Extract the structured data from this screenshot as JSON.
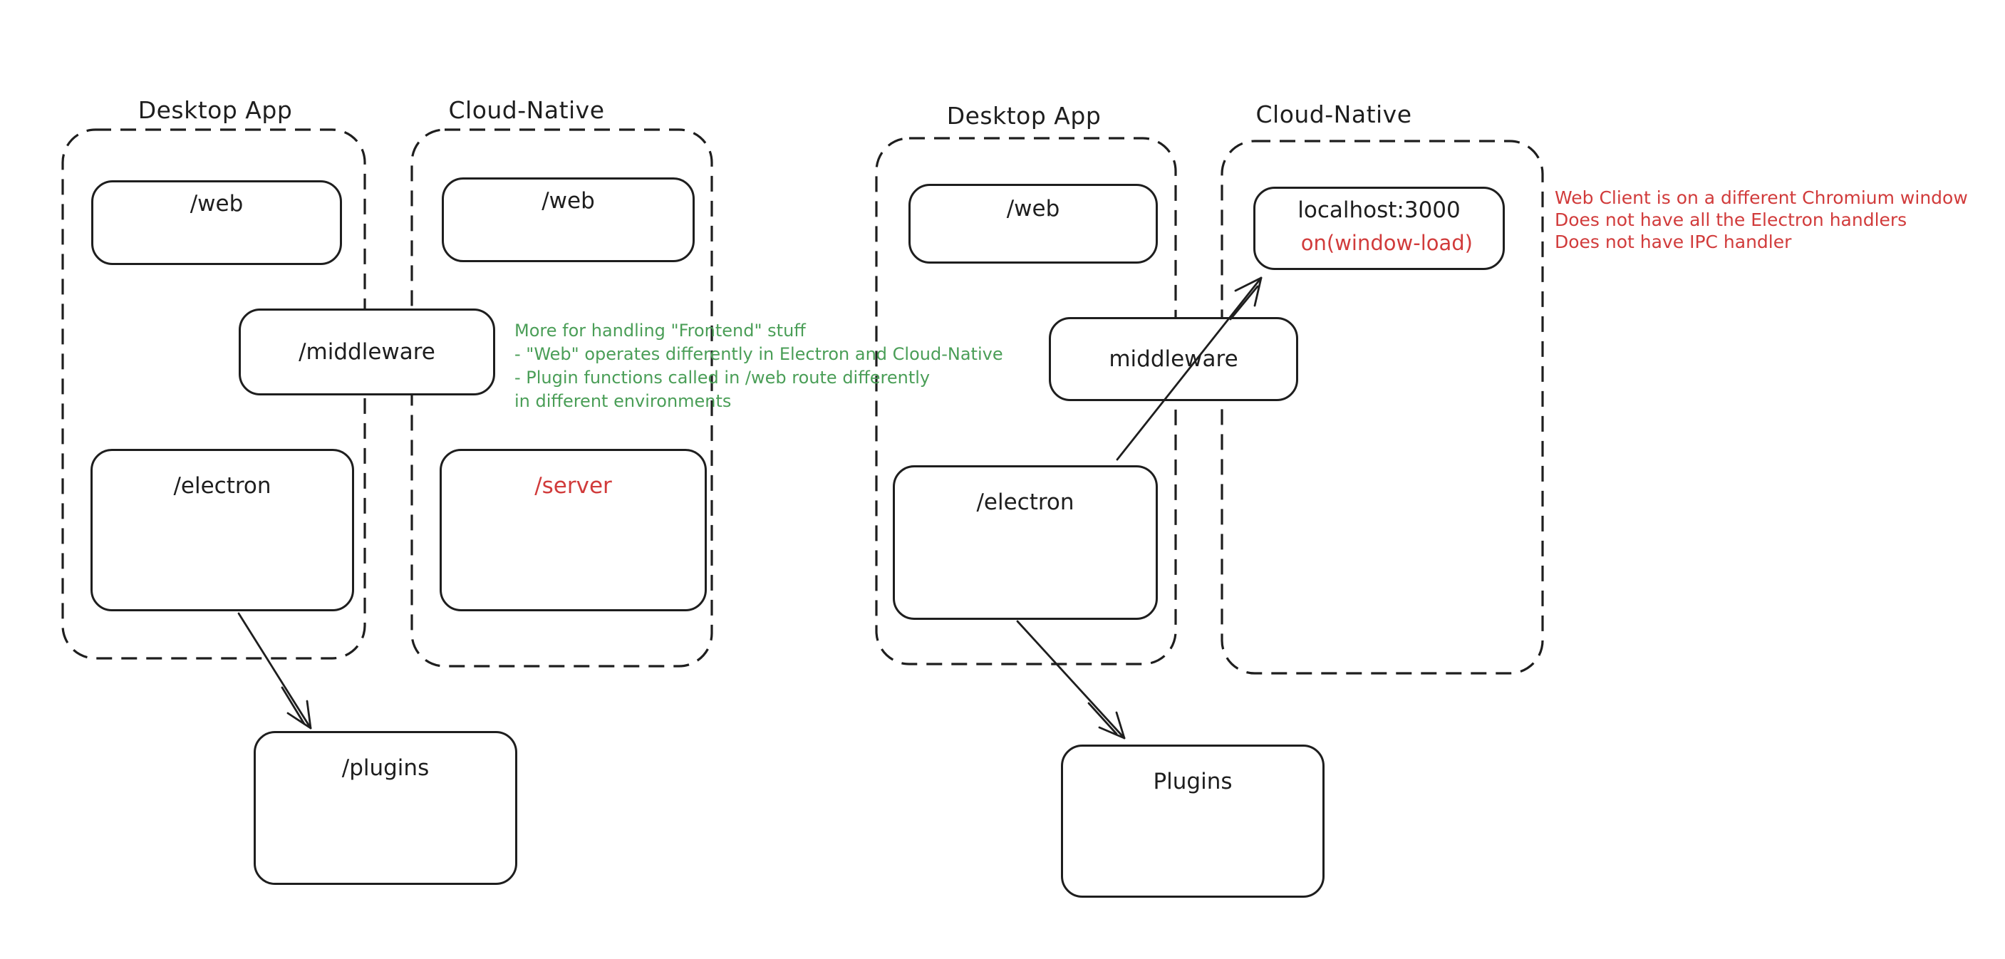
{
  "colors": {
    "ink": "#1e1e1e",
    "red": "#d13b3b",
    "green": "#4a9e57",
    "background": "#ffffff"
  },
  "left_pair": {
    "desktop_label": "Desktop App",
    "cloud_label": "Cloud-Native",
    "desktop_web": "/web",
    "cloud_web": "/web",
    "middleware": "/middleware",
    "electron": "/electron",
    "server": "/server",
    "plugins": "/plugins",
    "green_note": [
      "More for handling \"Frontend\" stuff",
      "- \"Web\" operates differently in Electron and Cloud-Native",
      "- Plugin functions called in /web route differently",
      "in different environments"
    ]
  },
  "right_pair": {
    "desktop_label": "Desktop App",
    "cloud_label": "Cloud-Native",
    "desktop_web": "/web",
    "localhost_title": "localhost:3000",
    "localhost_event": "on(window-load)",
    "middleware": "middleware",
    "electron": "/electron",
    "plugins": "Plugins",
    "red_note": [
      "Web Client is on a different Chromium window",
      "Does not have all the Electron handlers",
      "Does not have IPC handler"
    ]
  }
}
